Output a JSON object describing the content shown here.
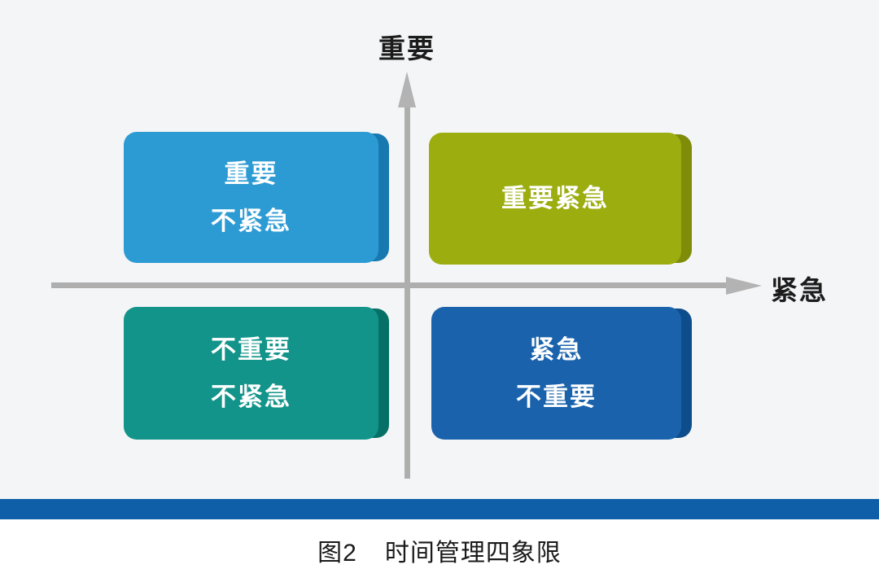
{
  "page": {
    "upper_background": "#f4f5f6",
    "lower_background": "#ffffff"
  },
  "axes": {
    "color": "#aeaeae",
    "label_color": "#1c1c1c",
    "y_axis_label": "重要",
    "x_axis_label": "紧急"
  },
  "quadrants": [
    {
      "name": "important-not-urgent",
      "position": "top-left",
      "lines": [
        "重要",
        "不紧急"
      ],
      "face": "#2d9bd3",
      "edge": "#1879b1",
      "text_color": "#ffffff"
    },
    {
      "name": "important-urgent",
      "position": "top-right",
      "lines": [
        "重要紧急"
      ],
      "face": "#9cad10",
      "edge": "#7e8c08",
      "text_color": "#ffffff"
    },
    {
      "name": "not-important-not-urgent",
      "position": "bottom-left",
      "lines": [
        "不重要",
        "不紧急"
      ],
      "face": "#12948a",
      "edge": "#077066",
      "text_color": "#ffffff"
    },
    {
      "name": "urgent-not-important",
      "position": "bottom-right",
      "lines": [
        "紧急",
        "不重要"
      ],
      "face": "#1a63ac",
      "edge": "#0e4d8c",
      "text_color": "#ffffff"
    }
  ],
  "footer": {
    "divider_color": "#0f5fa8",
    "caption_label": "图2",
    "caption_title": "时间管理四象限"
  }
}
